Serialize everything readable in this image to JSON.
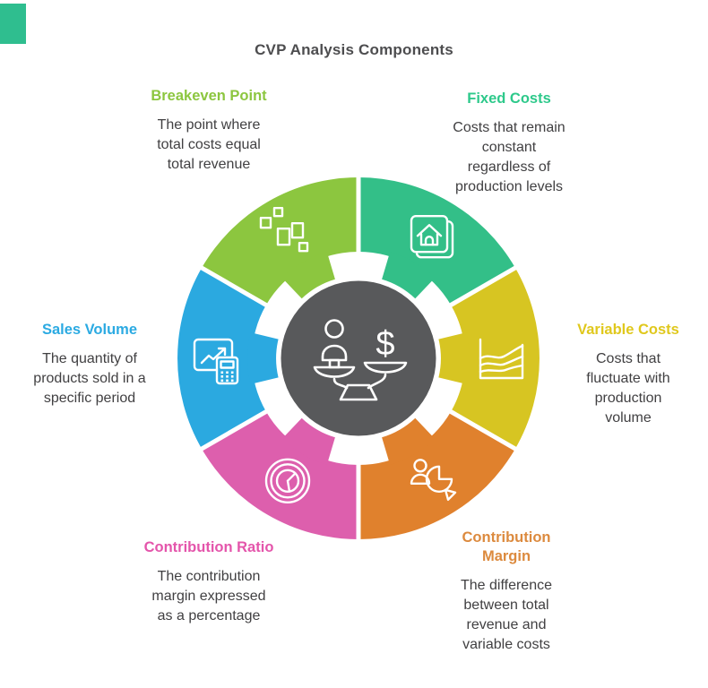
{
  "page": {
    "title": "CVP Analysis Components",
    "background_color": "#ffffff",
    "corner_accent_color": "#2fbe8f",
    "title_color": "#4d4d4f",
    "body_text_color": "#414042"
  },
  "center": {
    "icon": "balance-scale-icon",
    "circle_color": "#58595b",
    "dollar_symbol": "$"
  },
  "sections": [
    {
      "id": "breakeven-point",
      "title": "Breakeven Point",
      "lines": [
        "The point where",
        "total costs equal",
        "total revenue"
      ],
      "color": "#8cc63f",
      "label_color": "#8cc63f",
      "icon": "blocks-icon",
      "position": "top-left"
    },
    {
      "id": "fixed-costs",
      "title": "Fixed Costs",
      "lines": [
        "Costs that remain",
        "constant",
        "regardless of",
        "production levels"
      ],
      "color": "#33bf88",
      "label_color": "#2ec98b",
      "icon": "home-stack-icon",
      "position": "top-right"
    },
    {
      "id": "variable-costs",
      "title": "Variable Costs",
      "lines": [
        "Costs that",
        "fluctuate with",
        "production",
        "volume"
      ],
      "color": "#d7c522",
      "label_color": "#e0c81d",
      "icon": "area-chart-icon",
      "position": "right"
    },
    {
      "id": "contribution-margin",
      "title": "Contribution Margin",
      "lines": [
        "The difference",
        "between total",
        "revenue and",
        "variable costs"
      ],
      "color": "#e0812d",
      "label_color": "#dc8a3e",
      "icon": "person-pie-icon",
      "position": "bottom-right"
    },
    {
      "id": "contribution-ratio",
      "title": "Contribution Ratio",
      "lines": [
        "The contribution",
        "margin expressed",
        "as a percentage"
      ],
      "color": "#dd5fad",
      "label_color": "#e455ab",
      "icon": "pie-chart-icon",
      "position": "bottom-left"
    },
    {
      "id": "sales-volume",
      "title": "Sales Volume",
      "lines": [
        "The quantity of",
        "products sold in a",
        "specific period"
      ],
      "color": "#2ba9e0",
      "label_color": "#2baae2",
      "icon": "chart-calculator-icon",
      "position": "left"
    }
  ]
}
